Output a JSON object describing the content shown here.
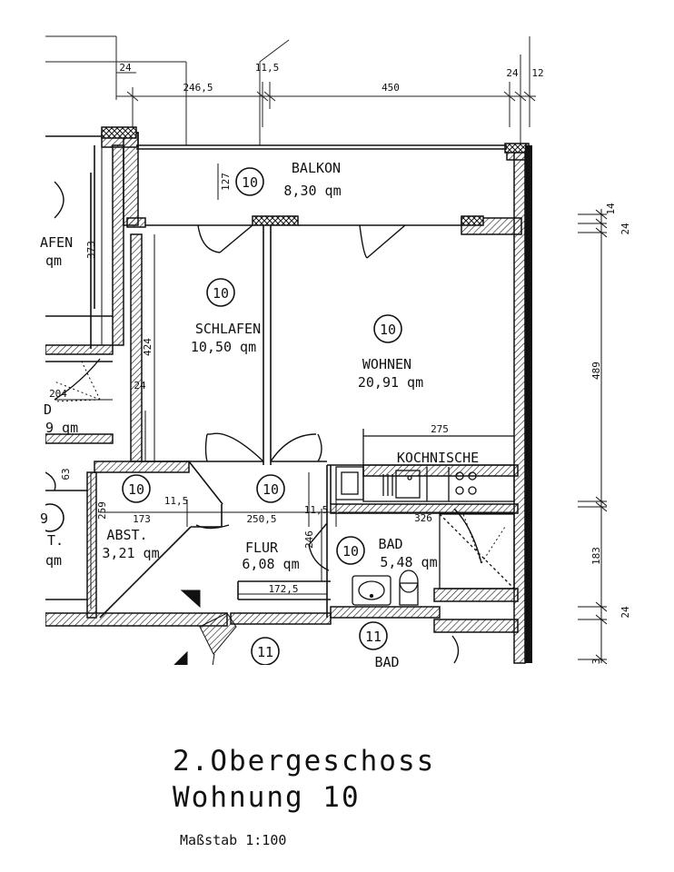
{
  "title": {
    "line1": "2.Obergeschoss",
    "line2": "Wohnung 10",
    "scale": "Maßstab 1:100"
  },
  "rooms": {
    "balkon": {
      "number": "10",
      "name": "BALKON",
      "area": "8,30 qm"
    },
    "schlafen": {
      "number": "10",
      "name": "SCHLAFEN",
      "area": "10,50 qm"
    },
    "wohnen": {
      "number": "10",
      "name": "WOHNEN",
      "area": "20,91 qm"
    },
    "kochnische": {
      "name": "KOCHNISCHE"
    },
    "abst": {
      "number": "10",
      "name": "ABST.",
      "area": "3,21 qm"
    },
    "flur": {
      "number": "10",
      "name": "FLUR",
      "area": "6,08 qm"
    },
    "bad": {
      "number": "10",
      "name": "BAD",
      "area": "5,48 qm"
    },
    "neighbor_left_top": {
      "name": "AFEN",
      "area": "qm"
    },
    "neighbor_left_mid": {
      "name": "D",
      "area": "9 qm"
    },
    "neighbor_left_bottom": {
      "number": "9",
      "name": "T.",
      "area": "qm"
    },
    "neighbor_bottom_1": {
      "number": "11"
    },
    "neighbor_bottom_2": {
      "number": "11",
      "name": "BAD"
    }
  },
  "dimensions": {
    "top_24": "24",
    "top_246_5": "246,5",
    "top_11_5": "11,5",
    "top_450": "450",
    "top_right_24": "24",
    "top_right_12": "12",
    "balkon_127": "127",
    "left_373": "373",
    "schlafen_424": "424",
    "schlafen_24": "24",
    "left_204": "204",
    "left_63": "63",
    "left_259": "259",
    "kueche_275": "275",
    "flur_11_5_a": "11,5",
    "flur_11_5_b": "11,5",
    "flur_173": "173",
    "flur_250_5": "250,5",
    "bad_326": "326",
    "flur_246": "246",
    "flur_172_5": "172,5",
    "right_14": "14",
    "right_24_top": "24",
    "right_489": "489",
    "right_183": "183",
    "right_24_bottom": "24",
    "right_3": "3"
  }
}
